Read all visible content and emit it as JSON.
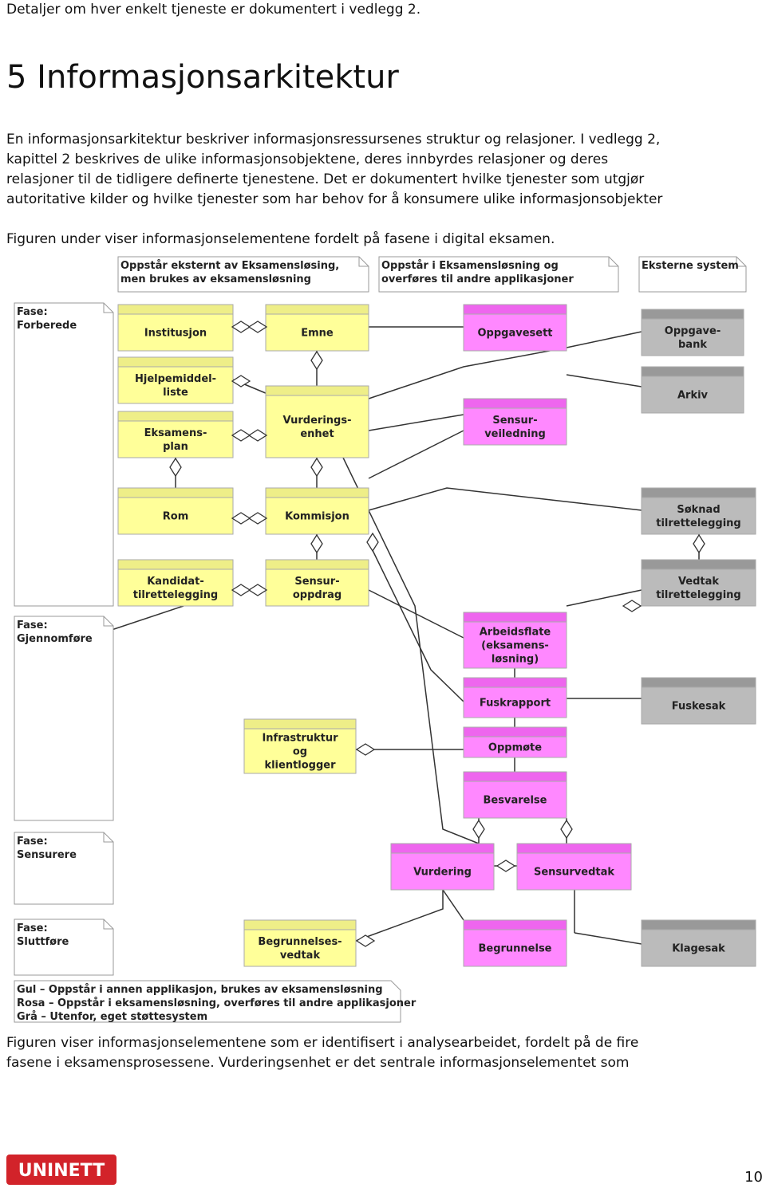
{
  "header_line": "Detaljer om hver enkelt tjeneste er dokumentert i vedlegg 2.",
  "section_title": "5 Informasjonsarkitektur",
  "intro": [
    "En informasjonsarkitektur beskriver informasjonsressursenes struktur og relasjoner. I vedlegg 2,",
    "kapittel 2 beskrives de ulike informasjonsobjektene, deres innbyrdes relasjoner og deres",
    "relasjoner til de tidligere definerte tjenestene. Det er dokumentert hvilke tjenester som utgjør",
    "autoritative kilder og hvilke tjenester som har behov for å konsumere ulike informasjonsobjekter"
  ],
  "figure_intro": "Figuren under viser informasjonselementene fordelt på fasene i digital eksamen.",
  "diagram": {
    "colors": {
      "yellow": "#ffff99",
      "yellow_header": "#eeee88",
      "pink": "#ff88ff",
      "pink_header": "#ee66ee",
      "gray": "#bbbbbb",
      "gray_header": "#999999",
      "line": "#333333"
    },
    "top_notes": [
      {
        "id": "note1",
        "lines": [
          "Oppstår eksternt av Eksamensløsing,",
          "men brukes av eksamensløsning"
        ]
      },
      {
        "id": "note2",
        "lines": [
          "Oppstår i Eksamensløsning og",
          "overføres til andre applikasjoner"
        ]
      },
      {
        "id": "note3",
        "lines": [
          "Eksterne system"
        ]
      }
    ],
    "phases": [
      {
        "id": "forberede",
        "lines": [
          "Fase:",
          "Forberede"
        ]
      },
      {
        "id": "gjennomfore",
        "lines": [
          "Fase:",
          "Gjennomføre"
        ]
      },
      {
        "id": "sensurere",
        "lines": [
          "Fase:",
          "Sensurere"
        ]
      },
      {
        "id": "sluttfore",
        "lines": [
          "Fase:",
          "Sluttføre"
        ]
      }
    ],
    "boxes": [
      {
        "id": "institusjon",
        "color": "yellow",
        "lines": [
          "Institusjon"
        ]
      },
      {
        "id": "emne",
        "color": "yellow",
        "lines": [
          "Emne"
        ]
      },
      {
        "id": "oppgavesett",
        "color": "pink",
        "lines": [
          "Oppgavesett"
        ]
      },
      {
        "id": "oppgavebank",
        "color": "gray",
        "lines": [
          "Oppgave-",
          "bank"
        ]
      },
      {
        "id": "hjelpemiddelliste",
        "color": "yellow",
        "lines": [
          "Hjelpemiddel-",
          "liste"
        ]
      },
      {
        "id": "arkiv",
        "color": "gray",
        "lines": [
          "Arkiv"
        ]
      },
      {
        "id": "vurderingsenhet",
        "color": "yellow",
        "lines": [
          "Vurderings-",
          "enhet"
        ]
      },
      {
        "id": "sensurveiledning",
        "color": "pink",
        "lines": [
          "Sensur-",
          "veiledning"
        ]
      },
      {
        "id": "eksamensplan",
        "color": "yellow",
        "lines": [
          "Eksamens-",
          "plan"
        ]
      },
      {
        "id": "rom",
        "color": "yellow",
        "lines": [
          "Rom"
        ]
      },
      {
        "id": "kommisjon",
        "color": "yellow",
        "lines": [
          "Kommisjon"
        ]
      },
      {
        "id": "soknad",
        "color": "gray",
        "lines": [
          "Søknad",
          "tilrettelegging"
        ]
      },
      {
        "id": "kandidat",
        "color": "yellow",
        "lines": [
          "Kandidat-",
          "tilrettelegging"
        ]
      },
      {
        "id": "sensuroppdrag",
        "color": "yellow",
        "lines": [
          "Sensur-",
          "oppdrag"
        ]
      },
      {
        "id": "vedtak",
        "color": "gray",
        "lines": [
          "Vedtak",
          "tilrettelegging"
        ]
      },
      {
        "id": "arbeidsflate",
        "color": "pink",
        "lines": [
          "Arbeidsflate",
          "(eksamens-",
          "løsning)"
        ]
      },
      {
        "id": "fuskrapport",
        "color": "pink",
        "lines": [
          "Fuskrapport"
        ]
      },
      {
        "id": "fuskesak",
        "color": "gray",
        "lines": [
          "Fuskesak"
        ]
      },
      {
        "id": "infrastruktur",
        "color": "yellow",
        "lines": [
          "Infrastruktur",
          "og",
          "klientlogger"
        ]
      },
      {
        "id": "oppmote",
        "color": "pink",
        "lines": [
          "Oppmøte"
        ]
      },
      {
        "id": "besvarelse",
        "color": "pink",
        "lines": [
          "Besvarelse"
        ]
      },
      {
        "id": "vurdering",
        "color": "pink",
        "lines": [
          "Vurdering"
        ]
      },
      {
        "id": "sensurvedtak",
        "color": "pink",
        "lines": [
          "Sensurvedtak"
        ]
      },
      {
        "id": "begrunnelsesvedtak",
        "color": "yellow",
        "lines": [
          "Begrunnelses-",
          "vedtak"
        ]
      },
      {
        "id": "begrunnelse",
        "color": "pink",
        "lines": [
          "Begrunnelse"
        ]
      },
      {
        "id": "klagesak",
        "color": "gray",
        "lines": [
          "Klagesak"
        ]
      }
    ],
    "legend": [
      "Gul – Oppstår i annen applikasjon, brukes av eksamensløsning",
      "Rosa – Oppstår i eksamensløsning, overføres til andre applikasjoner",
      "Grå – Utenfor, eget støttesystem"
    ]
  },
  "figure_caption": [
    "Figuren viser informasjonselementene som er identifisert i analysearbeidet, fordelt på de fire",
    "fasene i eksamensprosessene. Vurderingsenhet er det sentrale informasjonselementet som"
  ],
  "logo_text": "UNINETT",
  "page_number": "10"
}
